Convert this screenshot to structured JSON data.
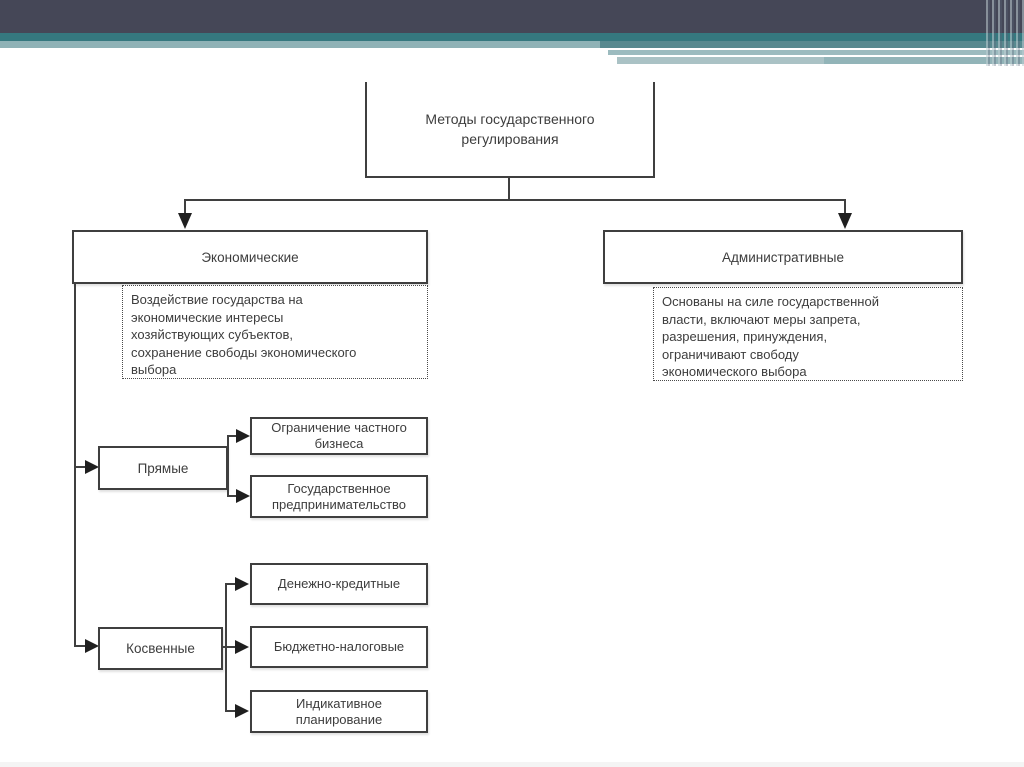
{
  "slide": {
    "background": "#ffffff",
    "footer_strip_color": "#f4f4f4"
  },
  "header": {
    "bar_dark_color": "#454757",
    "bar_teal_color": "#35787f",
    "bar_sage_color": "#8fb2b6",
    "bar_teal_ext_color": "#57898f",
    "bar_light1_color": "#9cbbbf",
    "bar_light2_color": "#aac2c5",
    "bar_light2b_color": "#92b4b8"
  },
  "diagram": {
    "line_color": "#3f3f3f",
    "text_color": "#3d3d3d",
    "title": "Методы государственного регулирования",
    "branches": [
      {
        "label": "Экономические",
        "description_lines": [
          "Воздействие государства на",
          "экономические интересы",
          "хозяйствующих субъектов,",
          "сохранение свободы экономического",
          "выбора"
        ]
      },
      {
        "label": "Административные",
        "description_lines": [
          "Основаны на силе государственной",
          "власти, включают меры запрета,",
          "разрешения, принуждения,",
          "ограничивают свободу",
          "экономического выбора"
        ]
      }
    ],
    "groups": [
      {
        "label": "Прямые",
        "children": [
          "Ограничение частного бизнеса",
          "Государственное предпринимательство"
        ]
      },
      {
        "label": "Косвенные",
        "children": [
          "Денежно-кредитные",
          "Бюджетно-налоговые",
          "Индикативное планирование"
        ]
      }
    ]
  }
}
